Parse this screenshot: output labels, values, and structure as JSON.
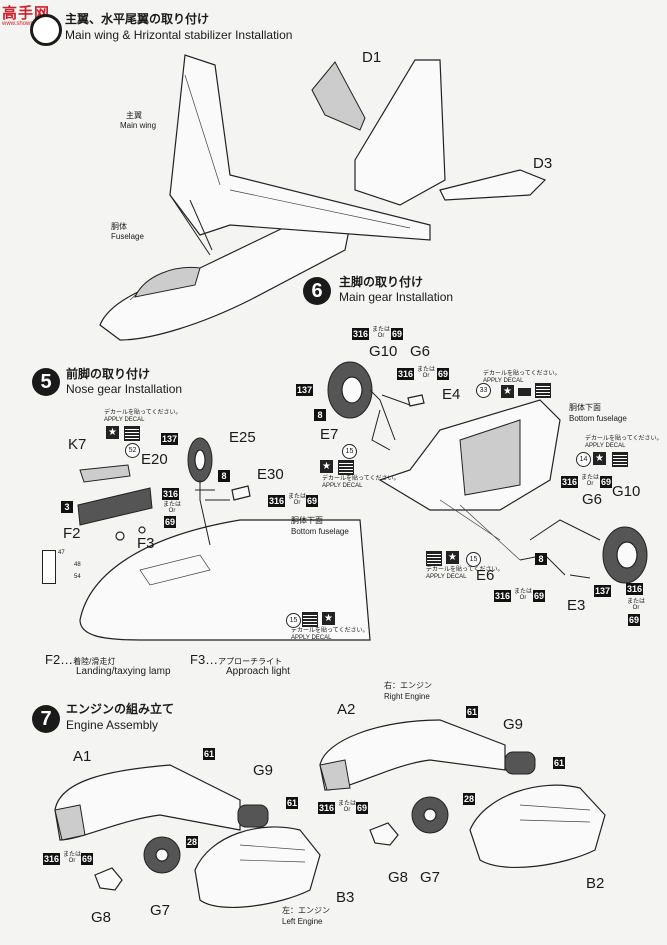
{
  "watermark": {
    "main": "高手网",
    "sub": "www.showmanet.com"
  },
  "colors": {
    "watermark": "#d0202a",
    "ink": "#1a1a1a"
  },
  "step4": {
    "title_jp": "主翼、水平尾翼の取り付け",
    "title_en": "Main wing & Hrizontal stabilizer Installation",
    "main_wing_jp": "主翼",
    "main_wing_en": "Main wing",
    "fuselage_jp": "胴体",
    "fuselage_en": "Fuselage",
    "parts": {
      "d1": "D1",
      "d3": "D3"
    }
  },
  "step6": {
    "number": "6",
    "title_jp": "主脚の取り付け",
    "title_en": "Main gear Installation",
    "bottom_jp": "胴体下面",
    "bottom_en": "Bottom fuselage",
    "parts": {
      "g10a": "G10",
      "g6a": "G6",
      "e4": "E4",
      "e7": "E7",
      "g6b": "G6",
      "g10b": "G10",
      "e6": "E6",
      "e3": "E3"
    },
    "colors": {
      "c316a": "316",
      "c69a": "69",
      "c316b": "316",
      "c69b": "69",
      "c137a": "137",
      "c8a": "8",
      "c316c": "316",
      "c69c": "69",
      "c8b": "8",
      "c316d": "316",
      "c69d": "69",
      "c137b": "137",
      "c316e": "316",
      "c69e": "69"
    },
    "decals": {
      "d33": "33",
      "d15a": "15",
      "d14": "14",
      "d15b": "15"
    }
  },
  "step5": {
    "number": "5",
    "title_jp": "前脚の取り付け",
    "title_en": "Nose gear Installation",
    "bottom_jp": "胴体下面",
    "bottom_en": "Bottom fuselage",
    "parts": {
      "k7": "K7",
      "e20": "E20",
      "e25": "E25",
      "e30": "E30",
      "f2": "F2",
      "f3": "F3"
    },
    "colors": {
      "c137": "137",
      "c8": "8",
      "c3": "3",
      "c316a": "316",
      "c69a": "69",
      "c316b": "316",
      "c69b": "69"
    },
    "decals": {
      "d52": "52",
      "d15": "15",
      "d47": "47",
      "d48": "48",
      "d54": "54"
    }
  },
  "notes": {
    "f2_key": "F2…",
    "f2_jp": "着陸/滑走灯",
    "f2_en": "Landing/taxying lamp",
    "f3_key": "F3…",
    "f3_jp": "アプローチライト",
    "f3_en": "Approach light"
  },
  "common": {
    "or_jp": "または",
    "or_en": "Or",
    "apply_decal_jp": "デカールを貼ってください。",
    "apply_decal_en": "APPLY DECAL"
  },
  "step7": {
    "number": "7",
    "title_jp": "エンジンの組み立て",
    "title_en": "Engine Assembly",
    "right_jp": "右：エンジン",
    "right_en": "Right Engine",
    "left_jp": "左：エンジン",
    "left_en": "Left Engine",
    "parts": {
      "a1": "A1",
      "g9a": "G9",
      "g8a": "G8",
      "g7a": "G7",
      "b3": "B3",
      "a2": "A2",
      "g9b": "G9",
      "g8b": "G8",
      "g7b": "G7",
      "b2": "B2"
    },
    "colors": {
      "c61a": "61",
      "c61b": "61",
      "c316a": "316",
      "c69a": "69",
      "c28a": "28",
      "c61c": "61",
      "c61d": "61",
      "c316b": "316",
      "c69b": "69",
      "c28b": "28"
    }
  }
}
